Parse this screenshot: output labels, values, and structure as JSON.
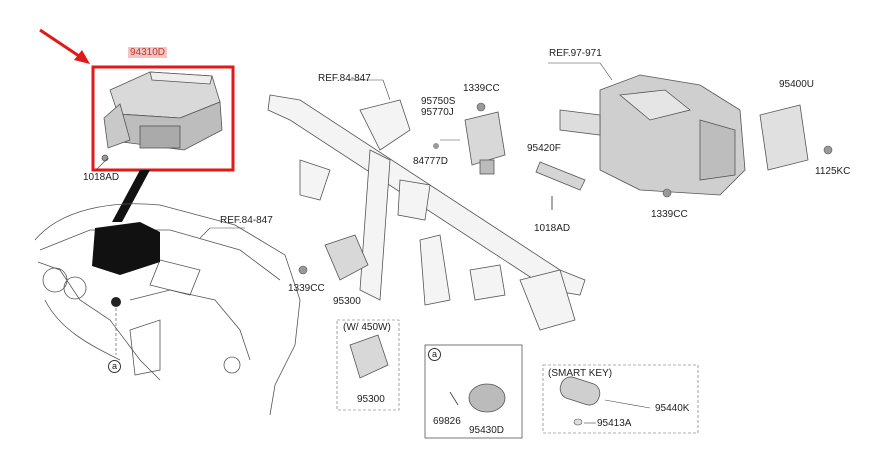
{
  "colors": {
    "highlight_box": "#e01919",
    "highlight_label_bg": "#f2c4c4",
    "arrow": "#e01919",
    "line": "#444444"
  },
  "labels": {
    "main_part": "94310D",
    "bolt_left": "1018AD",
    "ref_dash_left": "REF.84-847",
    "ref_top_mid": "REF.84-847",
    "ref_top_right": "REF.97-971",
    "p_1339cc_a": "1339CC",
    "p_95750s": "95750S",
    "p_95770j": "95770J",
    "p_84777d": "84777D",
    "p_95420f": "95420F",
    "p_1018ad_right": "1018AD",
    "p_1339cc_b": "1339CC",
    "p_95400u": "95400U",
    "p_1125kc": "1125KC",
    "p_1339cc_c": "1339CC",
    "p_95300_a": "95300",
    "w450w": "(W/ 450W)",
    "p_95300_b": "95300",
    "callout_a": "a",
    "detail_a_tag": "a",
    "p_69826": "69826",
    "p_95430d": "95430D",
    "smart_key": "(SMART KEY)",
    "p_95440k": "95440K",
    "p_95413a": "95413A"
  }
}
